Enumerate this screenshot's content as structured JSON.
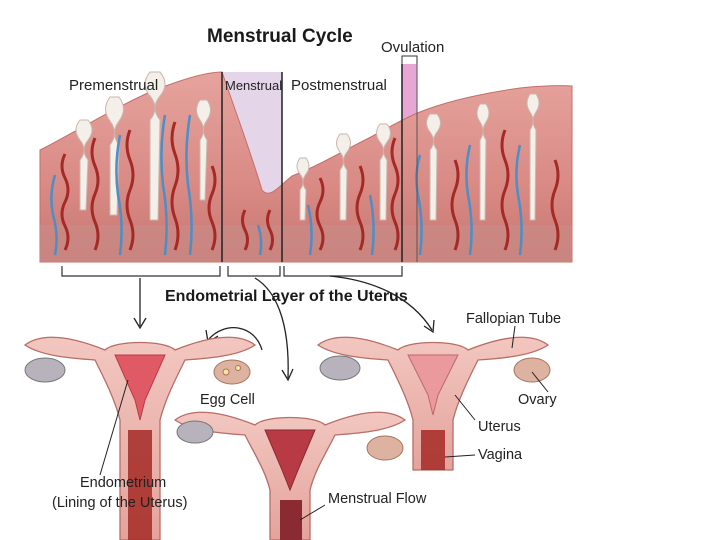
{
  "title": "Menstrual Cycle",
  "phases": {
    "premenstrual": "Premenstrual",
    "menstrual": "Menstrual",
    "postmenstrual": "Postmenstrual",
    "ovulation": "Ovulation"
  },
  "subtitle": "Endometrial Layer of the Uterus",
  "labels": {
    "fallopian_tube": "Fallopian Tube",
    "egg_cell": "Egg Cell",
    "ovary": "Ovary",
    "uterus": "Uterus",
    "vagina": "Vagina",
    "endometrium": "Endometrium",
    "endometrium_note": "(Lining of the Uterus)",
    "menstrual_flow": "Menstrual Flow"
  },
  "colors": {
    "tissue": "#d98a85",
    "tissue_dark": "#b85a55",
    "vessel_red": "#a52a26",
    "vessel_blue": "#4a8fc8",
    "gland": "#f4efe9",
    "ovulation_band": "#e7a6d3",
    "menstrual_band": "#d9c3e0"
  }
}
